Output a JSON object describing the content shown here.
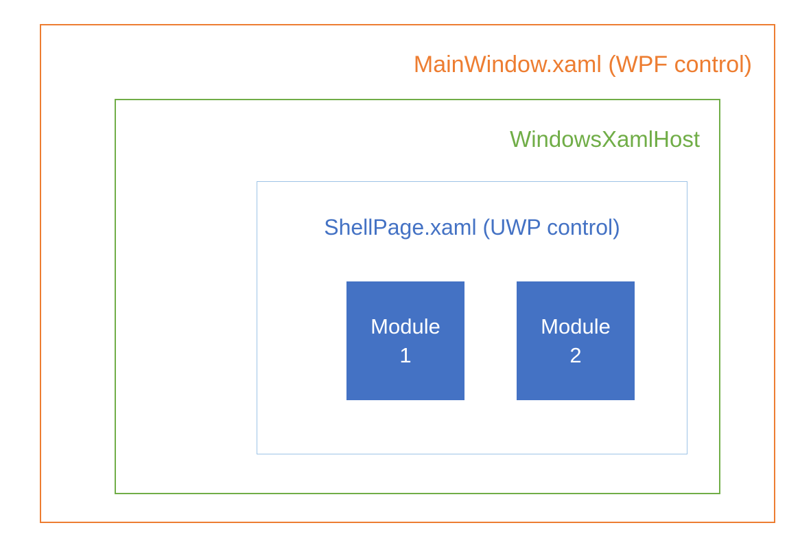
{
  "diagram": {
    "outer_label": "MainWindow.xaml (WPF control)",
    "host_label": "WindowsXamlHost",
    "shell_label": "ShellPage.xaml (UWP control)",
    "modules": [
      {
        "line1": "Module",
        "line2": "1"
      },
      {
        "line1": "Module",
        "line2": "2"
      }
    ]
  },
  "colors": {
    "wpf_orange": "#ED7D31",
    "host_green": "#70AD47",
    "uwp_blue": "#4472C4",
    "shell_border_blue": "#9DC3E6",
    "module_fill": "#4472C4",
    "module_text": "#FFFFFF"
  }
}
